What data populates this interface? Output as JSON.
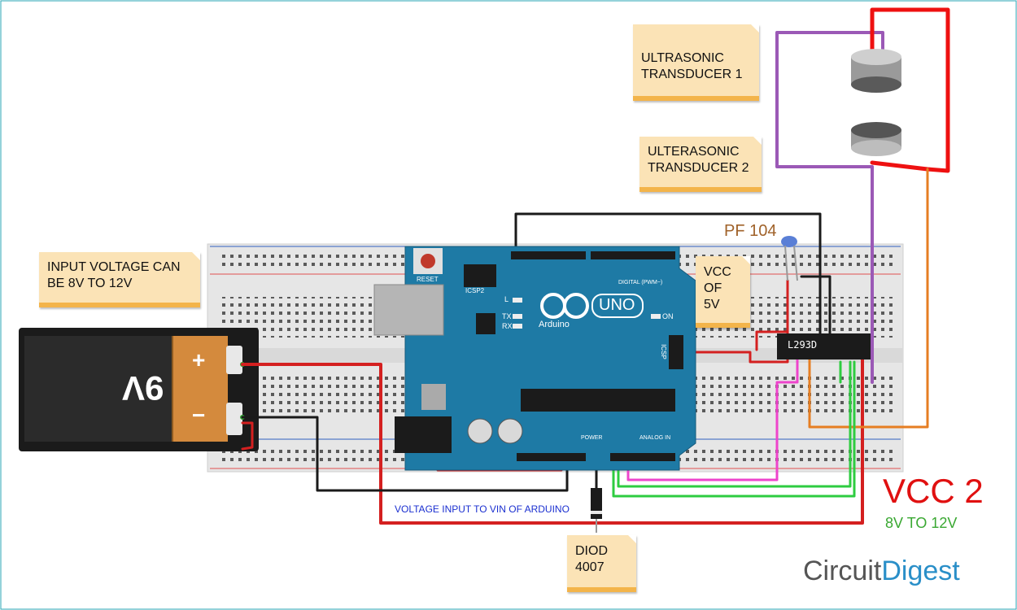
{
  "notes": {
    "input_voltage": "INPUT VOLTAGE CAN\nBE    8V  TO 12V",
    "transducer1": "ULTRASONIC\nTRANSDUCER 1",
    "transducer2": "ULTERASONIC\nTRANSDUCER 2",
    "vcc5": "VCC\nOF\n5V",
    "diode": "DIOD\n4007"
  },
  "labels": {
    "capacitor": "PF 104",
    "vin_note": "VOLTAGE INPUT TO  VIN OF ARDUINO",
    "vcc2": "VCC 2",
    "vcc2_range": "8V  TO 12V",
    "brand_circuit": "Circuit",
    "brand_digest": "Digest"
  },
  "battery": {
    "voltage_label": "9V",
    "plus": "+",
    "minus": "−"
  },
  "arduino": {
    "reset": "RESET",
    "icsp2": "ICSP2",
    "uno": "UNO",
    "brand": "Arduino",
    "digital": "DIGITAL (PWM~)",
    "analog": "ANALOG IN",
    "power": "POWER",
    "on": "ON",
    "led_l": "L",
    "led_tx": "TX",
    "led_rx": "RX",
    "icsp": "ICSP"
  },
  "chip": {
    "label": "L293D"
  },
  "colors": {
    "red_wire": "#d42020",
    "black_wire": "#1a1a1a",
    "purple_wire": "#9b59b6",
    "orange_wire": "#e67e22",
    "green_wire": "#2ecc40",
    "pink_wire": "#ee44cc",
    "arduino_board": "#1e7aa5",
    "note_fill": "#fbe3b6",
    "vcc2_color": "#e01010",
    "range_color": "#3aa832"
  }
}
